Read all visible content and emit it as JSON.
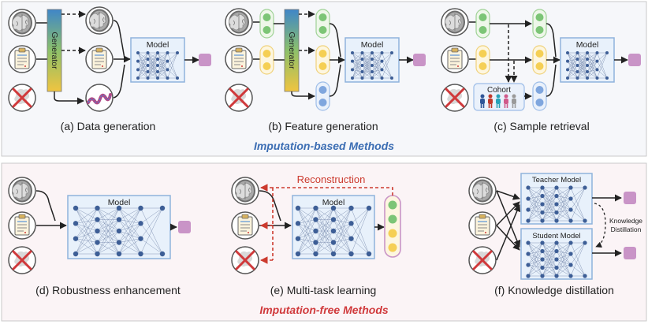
{
  "top_section": {
    "title": "Imputation-based Methods",
    "panels": {
      "a": {
        "caption": "(a) Data generation",
        "generator_label": "Generator",
        "model_label": "Model"
      },
      "b": {
        "caption": "(b) Feature generation",
        "generator_label": "Generator",
        "model_label": "Model"
      },
      "c": {
        "caption": "(c) Sample retrieval",
        "cohort_label": "Cohort",
        "model_label": "Model"
      }
    }
  },
  "bottom_section": {
    "title": "Imputation-free Methods",
    "panels": {
      "d": {
        "caption": "(d) Robustness enhancement",
        "model_label": "Model"
      },
      "e": {
        "caption": "(e) Multi-task learning",
        "reconstruction_label": "Reconstruction",
        "model_label": "Model"
      },
      "f": {
        "caption": "(f) Knowledge distillation",
        "teacher_label": "Teacher Model",
        "student_label": "Student Model",
        "distillation_label_1": "Knowledge",
        "distillation_label_2": "Distillation"
      }
    }
  },
  "colors": {
    "top_bg": "#f6f7fa",
    "bottom_bg": "#fbf4f6",
    "border": "#c9c9c9",
    "top_title": "#3b6db3",
    "bottom_title": "#d0393b",
    "model_fill": "#e8f1fb",
    "model_stroke": "#8fb3dc",
    "output": "#c994c7",
    "green": "#7cc576",
    "yellow": "#f5cf55",
    "blue": "#7fa6de",
    "reconstruction": "#cc3a2e"
  }
}
